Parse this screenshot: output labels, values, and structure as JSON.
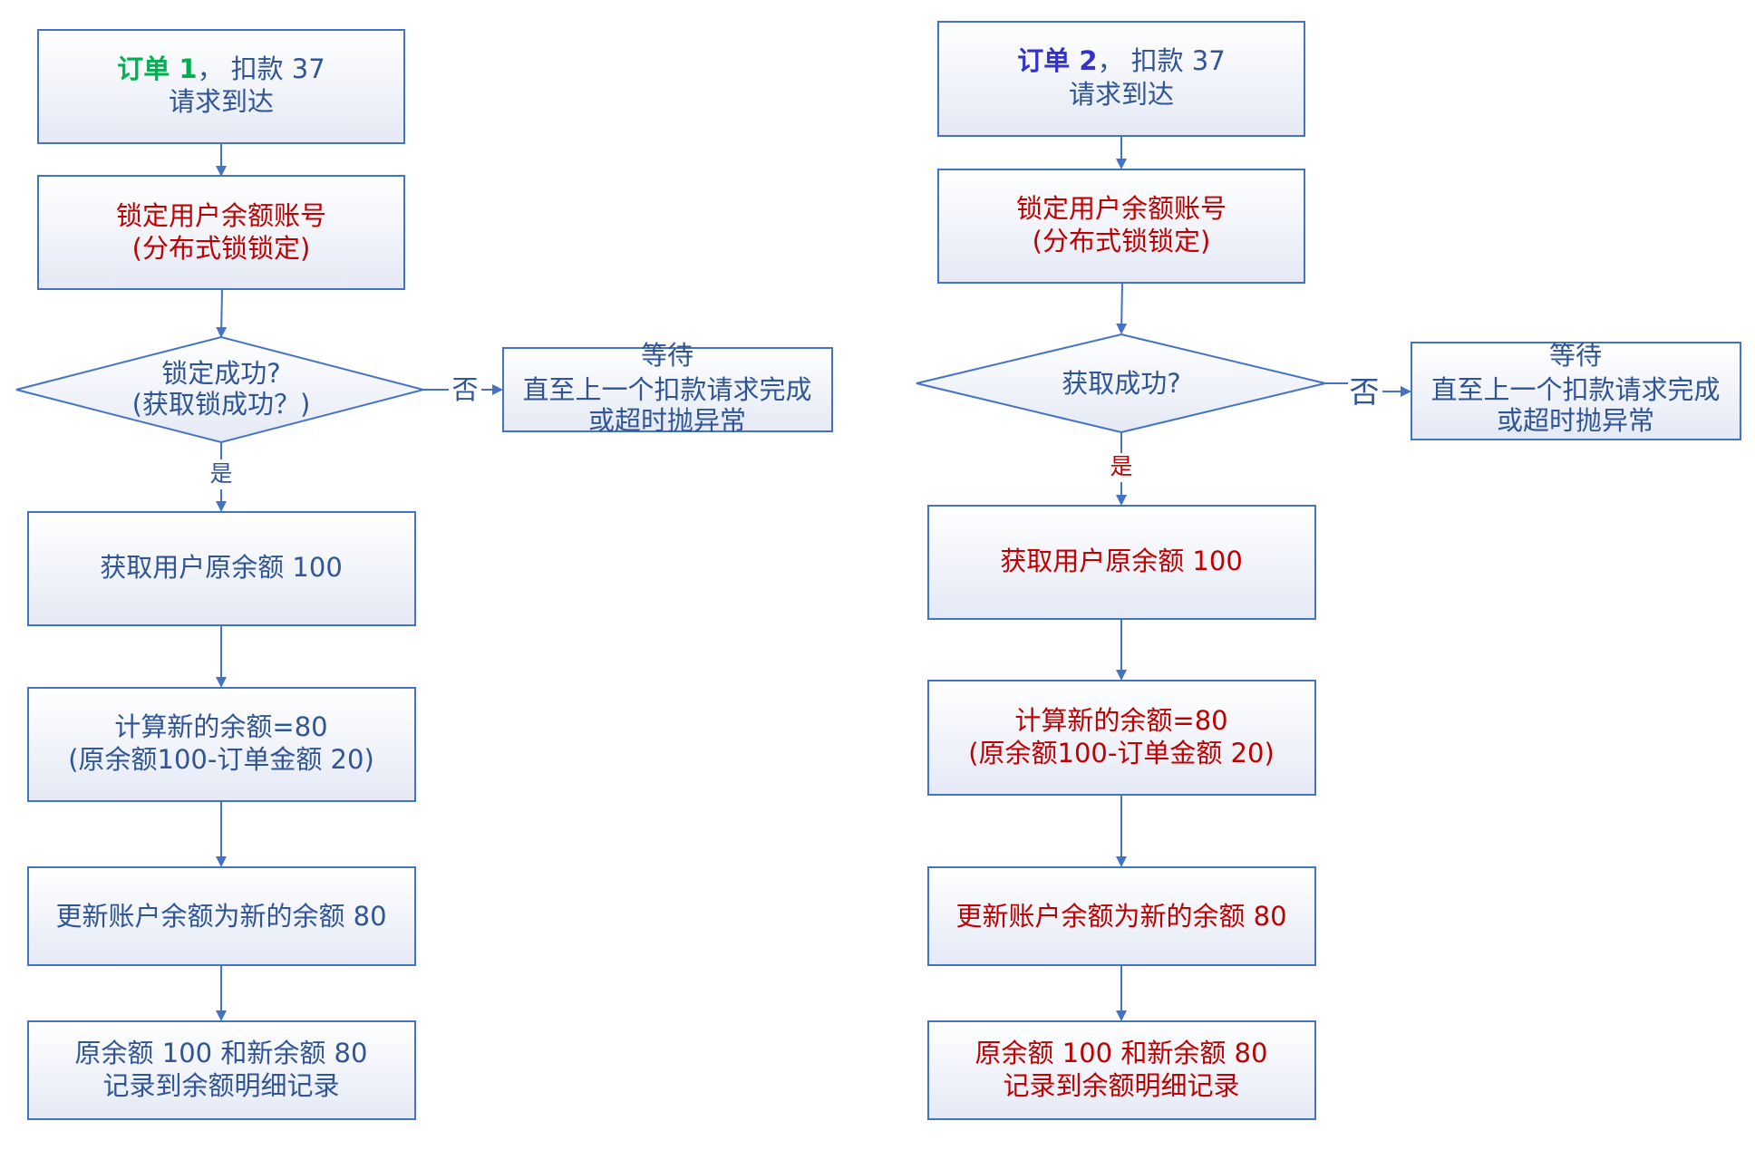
{
  "left": {
    "title_order": "订单 1",
    "title_sep": "，",
    "title_amount": "扣款 37",
    "title_line2": "请求到达",
    "lock_line1": "锁定用户余额账号",
    "lock_line2": "(分布式锁锁定)",
    "decision_line1": "锁定成功?",
    "decision_line2": "(获取锁成功？)",
    "no_label": "否",
    "yes_label": "是",
    "wait_line1": "等待",
    "wait_line2": "直至上一个扣款请求完成",
    "wait_line3": "或超时抛异常",
    "get_balance": "获取用户原余额 100",
    "calc_line1": "计算新的余额=80",
    "calc_line2": "(原余额100-订单金额 20)",
    "update": "更新账户余额为新的余额 80",
    "record_line1": "原余额 100 和新余额 80",
    "record_line2": "记录到余额明细记录"
  },
  "right": {
    "title_order": "订单 2",
    "title_sep": "，",
    "title_amount": "扣款 37",
    "title_line2": "请求到达",
    "lock_line1": "锁定用户余额账号",
    "lock_line2": "(分布式锁锁定)",
    "decision_line1": "获取成功?",
    "no_label": "否",
    "yes_label": "是",
    "wait_line1": "等待",
    "wait_line2": "直至上一个扣款请求完成",
    "wait_line3": "或超时抛异常",
    "get_balance": "获取用户原余额 100",
    "calc_line1": "计算新的余额=80",
    "calc_line2": "(原余额100-订单金额 20)",
    "update": "更新账户余额为新的余额 80",
    "record_line1": "原余额 100 和新余额 80",
    "record_line2": "记录到余额明细记录"
  },
  "colors": {
    "border": "#4472c4",
    "text_blue": "#2f5597",
    "text_red": "#c00000",
    "order1": "#00b050",
    "order2": "#3333cc"
  }
}
